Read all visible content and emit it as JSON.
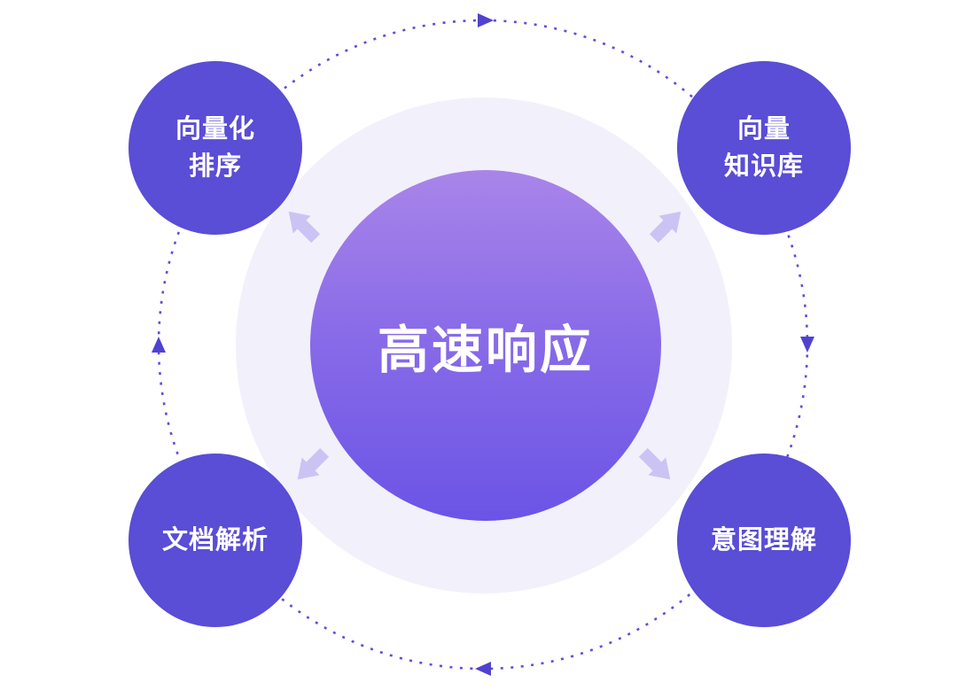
{
  "diagram": {
    "center": {
      "label": "高速响应"
    },
    "satellites": [
      {
        "name": "vectorized-ranking",
        "lines": [
          "向量化",
          "排序"
        ]
      },
      {
        "name": "vector-knowledge-base",
        "lines": [
          "向量",
          "知识库"
        ]
      },
      {
        "name": "document-parsing",
        "lines": [
          "文档解析"
        ]
      },
      {
        "name": "intent-understanding",
        "lines": [
          "意图理解"
        ]
      }
    ],
    "colors": {
      "satellite_fill": "#5a4dd6",
      "center_gradient_top": "#a985e9",
      "center_gradient_bottom": "#6b54e6",
      "halo_fill": "#f2f0fb",
      "ring_stroke": "#5d50d9",
      "ring_arrowhead": "#5042cf",
      "outward_arrow": "#cbc3f3",
      "label_text": "#ffffff"
    }
  }
}
